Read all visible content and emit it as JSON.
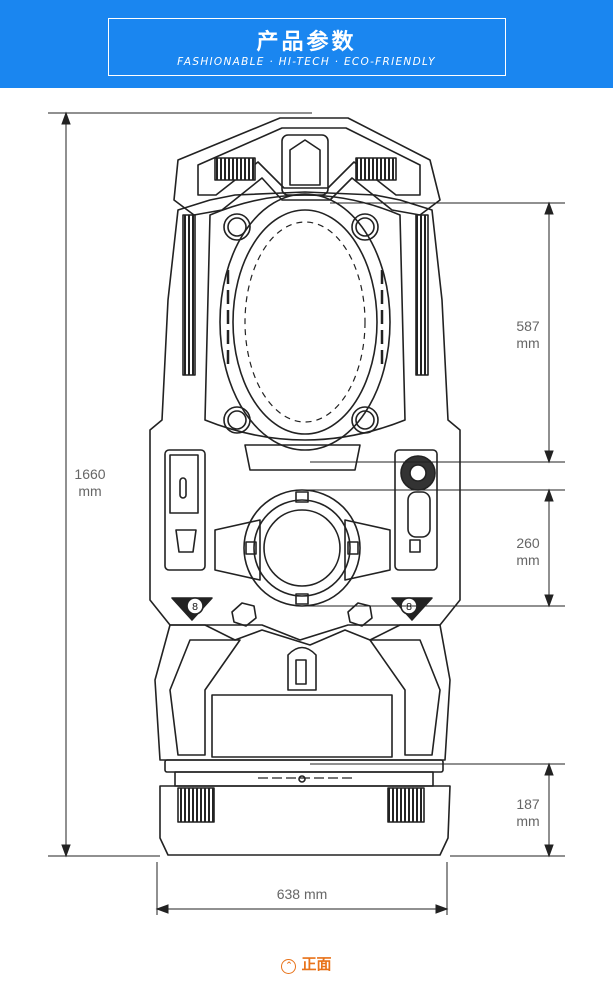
{
  "header": {
    "title": "产品参数",
    "subtitle": "FASHIONABLE · HI-TECH · ECO-FRIENDLY"
  },
  "dimensions": {
    "height": {
      "value": "1660",
      "unit": "mm"
    },
    "upper": {
      "value": "587",
      "unit": "mm"
    },
    "middle": {
      "value": "260",
      "unit": "mm"
    },
    "base": {
      "value": "187",
      "unit": "mm"
    },
    "width": "638 mm"
  },
  "panel_labels": {
    "left": "8",
    "right": "8"
  },
  "caption": {
    "icon": "chevron-up-icon",
    "glyph": "⌃",
    "text": "正面"
  },
  "colors": {
    "banner": "#1a86f0",
    "line": "#222222",
    "dimension_text": "#666666",
    "caption": "#e8731a"
  }
}
